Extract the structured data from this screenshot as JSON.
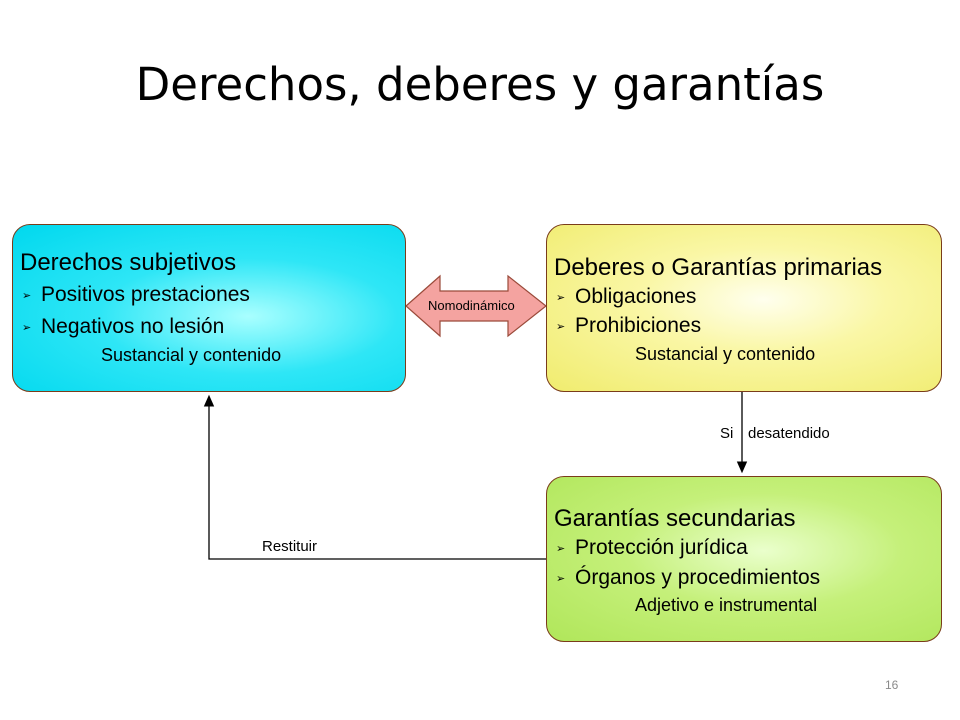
{
  "title": "Derechos, deberes y garantías",
  "boxes": {
    "derechos": {
      "title": "Derechos subjetivos",
      "items": [
        "Positivos prestaciones",
        "Negativos no lesión"
      ],
      "subtitle": "Sustancial y contenido",
      "color": "#00d8ee"
    },
    "deberes": {
      "title": "Deberes o Garantías primarias",
      "items": [
        "Obligaciones",
        "Prohibiciones"
      ],
      "subtitle": "Sustancial y contenido",
      "color": "#f0ec6e"
    },
    "secundarias": {
      "title": "Garantías secundarias",
      "items": [
        "Protección jurídica",
        "Órganos y procedimientos"
      ],
      "subtitle": "Adjetivo e instrumental",
      "color": "#b0e65a"
    }
  },
  "connectors": {
    "double_arrow_label": "Nomodinámico",
    "down_arrow_label_left": "Si",
    "down_arrow_label_right": "desatendido",
    "return_label": "Restituir",
    "double_arrow_color": "#f4a3a0"
  },
  "bullet_icon": "arrowhead-bullet-icon",
  "page_number": "16"
}
